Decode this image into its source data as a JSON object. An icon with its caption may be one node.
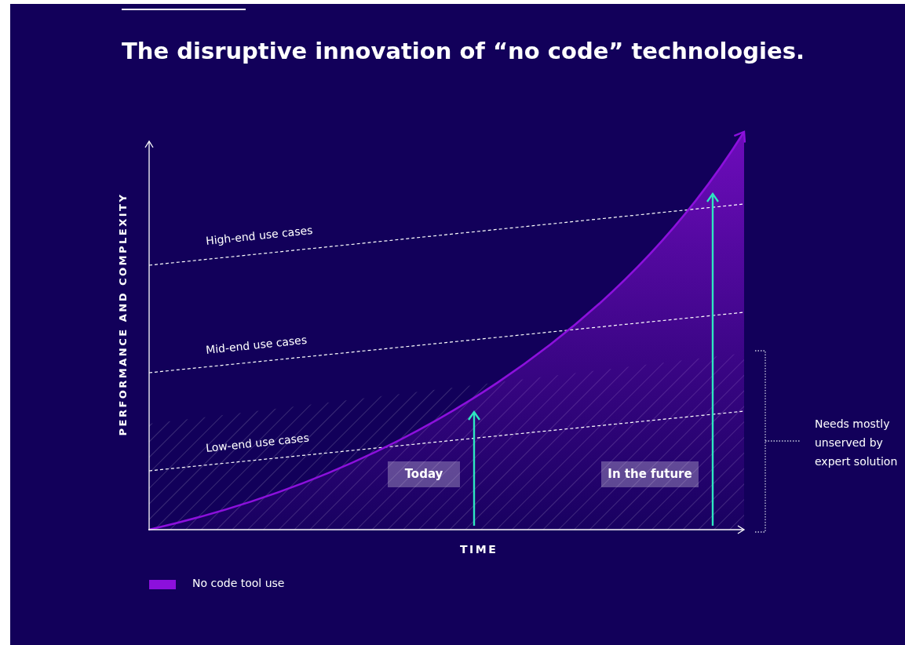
{
  "diagram": {
    "title": "The disruptive innovation of “no code” technologies.",
    "nodes": [
      {
        "text": [
          "Today"
        ]
      },
      {
        "text": [
          "In the future"
        ]
      }
    ],
    "labels": [
      "PERFORMANCE AND COMPLEXITY",
      "High-end use cases",
      "Mid-end use cases",
      "Low-end use cases",
      "Needs mostly unserved by expert solution",
      "TIME"
    ],
    "legend": [
      {
        "text": "No code tool use",
        "color": "#8c10dc"
      }
    ]
  }
}
